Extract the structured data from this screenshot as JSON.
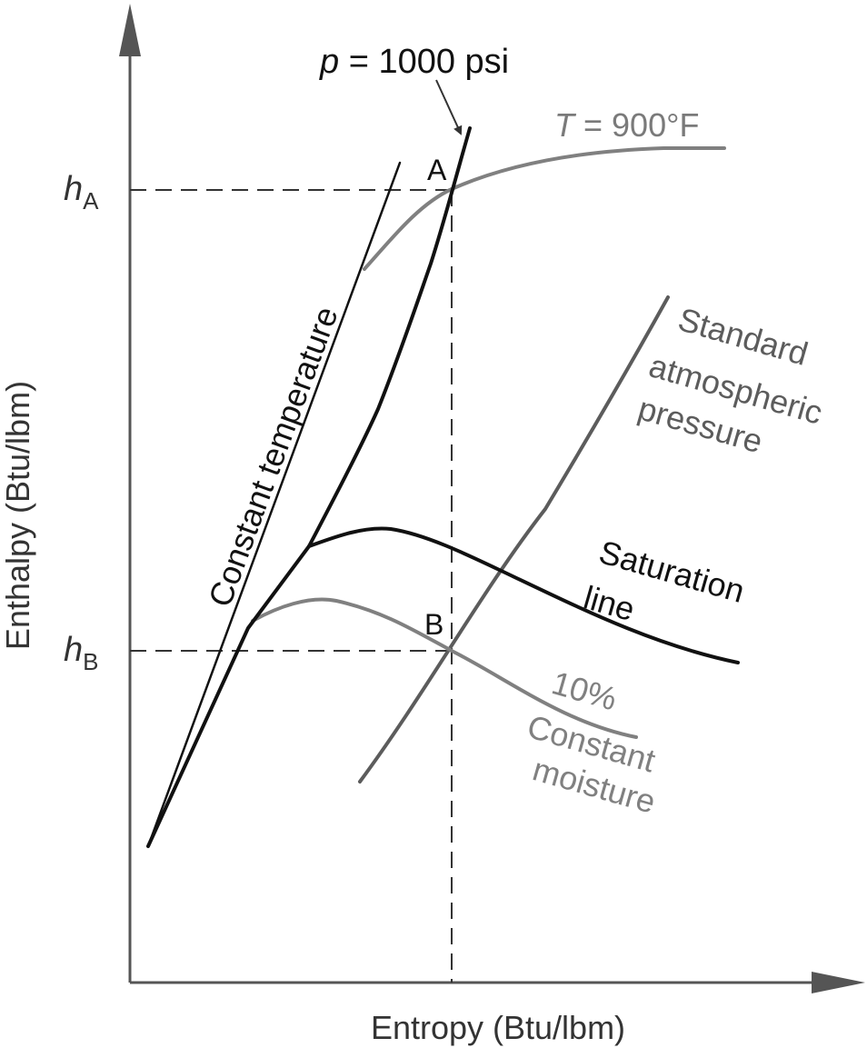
{
  "axes": {
    "x_label": "Entropy (Btu/lbm)",
    "y_label": "Enthalpy (Btu/lbm)"
  },
  "levels": {
    "hA": {
      "main": "h",
      "sub": "A"
    },
    "hB": {
      "main": "h",
      "sub": "B"
    }
  },
  "points": {
    "A": "A",
    "B": "B"
  },
  "labels": {
    "pressure": {
      "var": "p",
      "rest": " = 1000 psi"
    },
    "temperature": {
      "var": "T",
      "rest": " = 900°F"
    },
    "constant_temperature": "Constant temperature",
    "atmospheric": [
      "Standard",
      "atmospheric",
      "pressure"
    ],
    "saturation": [
      "Saturation",
      "line"
    ],
    "moisture": [
      "10%",
      "Constant",
      "moisture"
    ]
  },
  "colors": {
    "black_curves": "#111111",
    "gray_curves": "#7f7f7f",
    "axes": "#555555"
  }
}
